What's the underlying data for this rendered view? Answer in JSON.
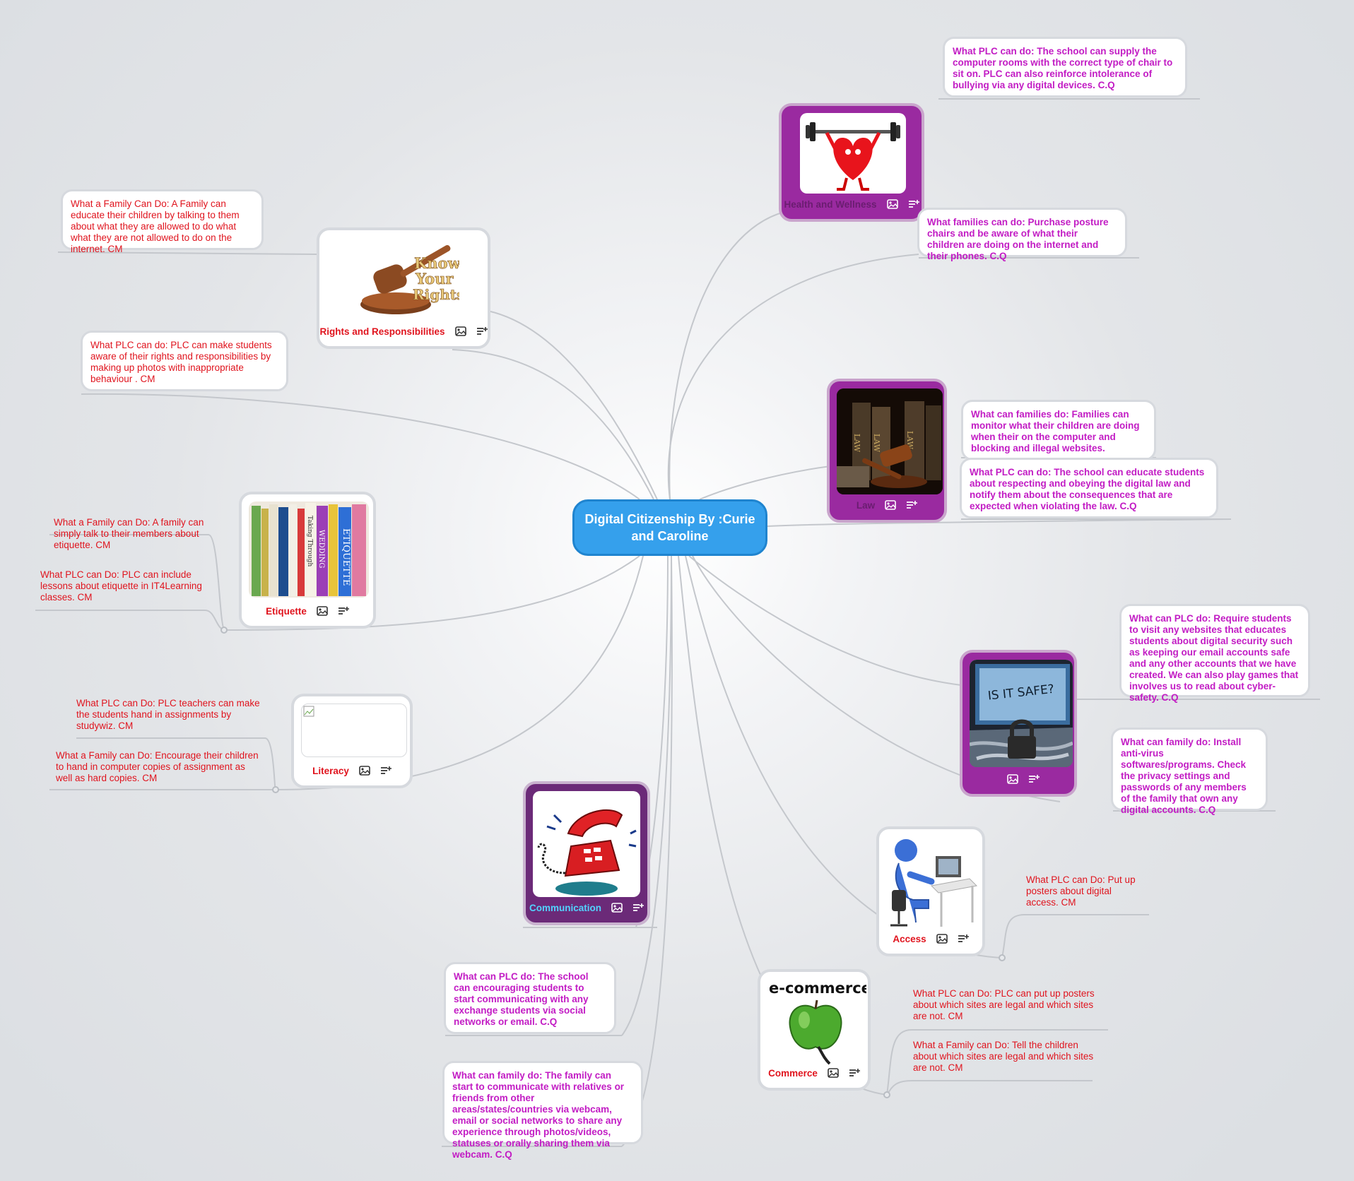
{
  "central": {
    "title": "Digital Citizenship By :Curie and Caroline"
  },
  "topics": {
    "health": {
      "label": "Health and Wellness",
      "image": "heart-lifting-barbell"
    },
    "rights": {
      "label": "Rights and Responsibilities",
      "image": "gavel-know-your-rights",
      "image_text": "Know Your Rights"
    },
    "law": {
      "label": "Law",
      "image": "law-books-gavel",
      "book_text": "LAW"
    },
    "etiquette": {
      "label": "Etiquette",
      "image": "etiquette-books",
      "book_text": [
        "ETIQUETTE",
        "WEDDING",
        "Taking Through"
      ]
    },
    "literacy": {
      "label": "Literacy",
      "image": "broken-image"
    },
    "safety": {
      "label": "",
      "image": "is-it-safe-laptop",
      "image_text": "IS IT SAFE?"
    },
    "communication": {
      "label": "Communication",
      "image": "red-telephone"
    },
    "access": {
      "label": "Access",
      "image": "figure-at-computer"
    },
    "commerce": {
      "label": "Commerce",
      "image": "e-commerce-apple",
      "image_text": "e-commerce"
    }
  },
  "notes": {
    "health_plc": "What PLC can do: The school can supply the computer rooms with the correct type of chair to sit on. PLC can also reinforce intolerance of bullying via any digital devices. C.Q",
    "health_family": "What families can do: Purchase posture chairs and be aware of what their children are doing on the internet and their phones. C.Q",
    "rights_family": "What a Family Can Do: A Family can educate their children by talking to them about what they are allowed to do what what they are not allowed to do on the internet. CM",
    "rights_plc": "What PLC can do: PLC can make students aware of their rights and responsibilities by making up photos with inappropriate behaviour . CM",
    "law_family": "What can families do: Families can monitor what their children are doing when their on the computer and blocking and illegal websites.",
    "law_plc": "What PLC can do: The school can educate students about respecting and obeying the digital law and notify them about the consequences that are expected when violating the law. C.Q",
    "etiquette_family": "What a Family can Do: A family can simply talk to their members about etiquette. CM",
    "etiquette_plc": "What PLC can Do: PLC can include lessons about etiquette in IT4Learning classes. CM",
    "literacy_plc": "What PLC can Do: PLC teachers can make the students hand in assignments by studywiz. CM",
    "literacy_family": "What a Family can Do: Encourage their children to hand in computer copies of assignment as well as hard copies. CM",
    "safety_plc": "What can PLC do: Require students to visit any websites that educates students about digital security such as keeping our email accounts safe and any other accounts that we have created. We can also play games that involves us to read about cyber-safety. C.Q",
    "safety_family": "What can family do: Install anti-virus softwares/programs. Check the privacy settings and passwords of any members of the family that own any digital accounts. C.Q",
    "access_plc": "What PLC can Do: Put up posters about digital access. CM",
    "comm_plc": "What can PLC do: The school can encouraging students to start communicating with any exchange students via social networks or email. C.Q",
    "comm_family": "What can family do: The family can start to communicate with relatives or friends from other areas/states/countries via webcam, email or social networks to share any experience through photos/videos, statuses or orally sharing them via webcam. C.Q",
    "commerce_plc": "What PLC can Do: PLC can put up posters about which sites are legal and which sites are not. CM",
    "commerce_family": "What a Family can Do: Tell the children about which sites are legal and which sites are not. CM"
  },
  "icons": {
    "image": "image-icon",
    "notes": "notes-icon"
  },
  "colors": {
    "central": "#35a0ec",
    "topic_red_text": "#e0141e",
    "note_purple_text": "#c21cc4",
    "purple_topic": "#9a2aa0",
    "dark_purple_topic": "#6b2a78",
    "line": "#c4c7cc"
  }
}
